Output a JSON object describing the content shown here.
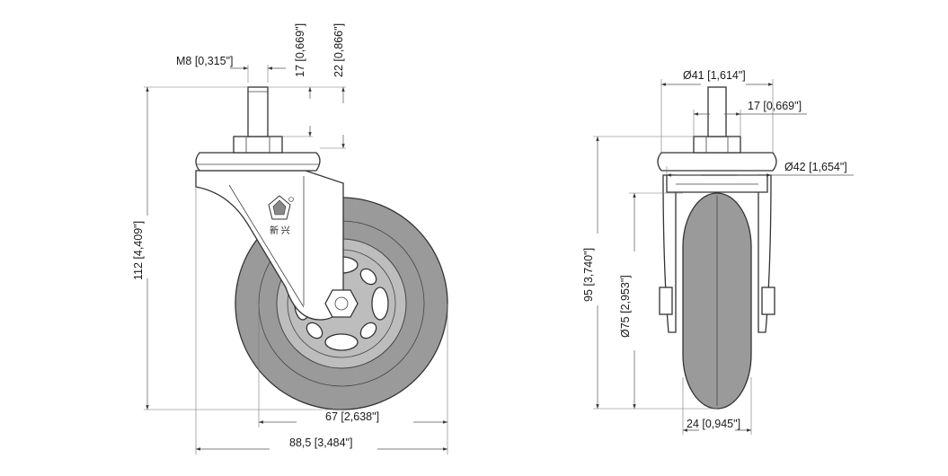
{
  "drawing": {
    "logo_text": "新 兴",
    "colors": {
      "tire": "#9a9a9a",
      "line": "#333333",
      "dimension": "#555555",
      "hub": "#bdbdbd"
    },
    "side_view": {
      "dimensions": {
        "stem_thread": "M8 [0,315\"]",
        "stem_length": "17 [0,669\"]",
        "stem_to_plate": "22 [0,866\"]",
        "total_height": "112 [4,409\"]",
        "wheel_width_span": "67 [2,638\"]",
        "overall_length": "88,5 [3,484\"]"
      }
    },
    "front_view": {
      "dimensions": {
        "plate_diameter": "Ø41 [1,614\"]",
        "nut_width": "17 [0,669\"]",
        "body_diameter": "Ø42 [1,654\"]",
        "height": "95 [3,740\"]",
        "wheel_diameter": "Ø75 [2,953\"]",
        "wheel_width": "24 [0,945\"]"
      }
    }
  }
}
